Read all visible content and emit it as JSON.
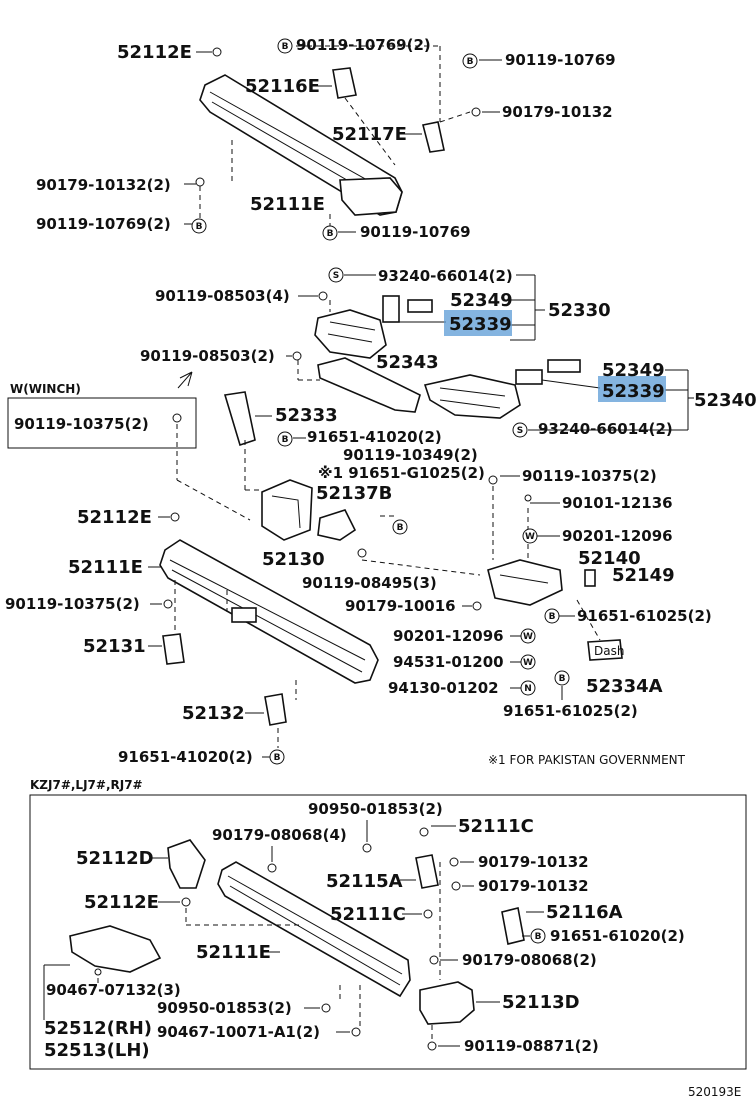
{
  "diagram": {
    "badge_letters": {
      "b": "B",
      "s": "S",
      "w": "W",
      "n": "N"
    },
    "labels": {
      "p52112E_top": "52112E",
      "p90119_10769_2_top": "90119-10769(2)",
      "p90119_10769_top": "90119-10769",
      "p52116E_top": "52116E",
      "p90179_10132_top": "90179-10132",
      "p52117E": "52117E",
      "p90179_10132_2_left": "90179-10132(2)",
      "p52111E_top": "52111E",
      "p90119_10769_2_left": "90119-10769(2)",
      "p90119_10769_bottom": "90119-10769",
      "p93240_66014_2_top": "93240-66014(2)",
      "p90119_08503_4": "90119-08503(4)",
      "p52349_a": "52349",
      "p52339_a": "52339",
      "p52330": "52330",
      "p90119_08503_2": "90119-08503(2)",
      "p52343": "52343",
      "p52349_b": "52349",
      "p52339_b": "52339",
      "p52340": "52340",
      "winch_title": "W(WINCH)",
      "p90119_10375_2_winch": "90119-10375(2)",
      "p52333": "52333",
      "p91651_41020_2_mid": "91651-41020(2)",
      "p93240_66014_2_mid": "93240-66014(2)",
      "p90119_10349_2": "90119-10349(2)",
      "p91651_G1025_2": "※1 91651-G1025(2)",
      "p52137B": "52137B",
      "p90119_10375_2_right": "90119-10375(2)",
      "p90101_12136": "90101-12136",
      "p52112E_mid": "52112E",
      "p90201_12096_a": "90201-12096",
      "p52130": "52130",
      "p52140": "52140",
      "p52111E_mid": "52111E",
      "p52149": "52149",
      "p90119_08495_3": "90119-08495(3)",
      "p90119_10375_2_left": "90119-10375(2)",
      "p90179_10016": "90179-10016",
      "p91651_61025_2_a": "91651-61025(2)",
      "p52131": "52131",
      "p90201_12096_b": "90201-12096",
      "p94531_01200": "94531-01200",
      "p94130_01202": "94130-01202",
      "p52334A": "52334A",
      "p91651_61025_2_b": "91651-61025(2)",
      "p52132": "52132",
      "p91651_41020_2_bottom": "91651-41020(2)",
      "pakistan_note": "※1 FOR PAKISTAN GOVERNMENT",
      "model_header": "KZJ7#,LJ7#,RJ7#",
      "p90950_01853_2_top": "90950-01853(2)",
      "p90179_08068_4": "90179-08068(4)",
      "p52111C_a": "52111C",
      "p52112D": "52112D",
      "p90179_10132_box_a": "90179-10132",
      "p52115A": "52115A",
      "p90179_10132_box_b": "90179-10132",
      "p52112E_box": "52112E",
      "p52111C_b": "52111C",
      "p52116A": "52116A",
      "p91651_61020_2": "91651-61020(2)",
      "p52111E_box": "52111E",
      "p90179_08068_2": "90179-08068(2)",
      "p90467_07132_3": "90467-07132(3)",
      "p52113D": "52113D",
      "p90950_01853_2_bottom": "90950-01853(2)",
      "p52512_RH": "52512(RH)",
      "p90467_10071_A1_2": "90467-10071-A1(2)",
      "p52513_LH": "52513(LH)",
      "p90119_08871_2": "90119-08871(2)",
      "p520193E": "520193E",
      "dash_label": "Dash"
    },
    "highlight_color": "#5b9bd5"
  }
}
